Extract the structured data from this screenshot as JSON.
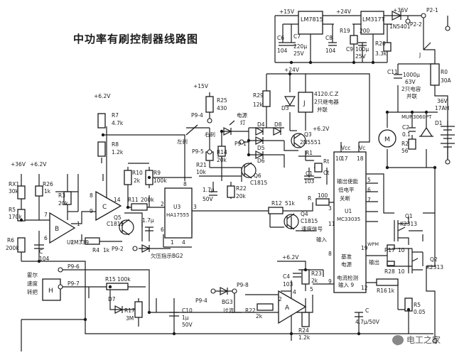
{
  "title": "中功率有刷控制器线路图",
  "watermark": "电工之家",
  "components": {
    "lm7815": "LM7815",
    "lm317t": "LM317T",
    "v15_top": "+15V",
    "v24_top": "+24V",
    "v36_top": "+36V",
    "p2_1": "P2-1",
    "p2_2": "P2-2",
    "d_1n5401": "1N5401",
    "c6": "C6",
    "c6v": "104",
    "c7": "C7",
    "c7v1": "220μ",
    "c7v2": "25V",
    "c8": "C8",
    "c8v": "104",
    "r19": "R19",
    "r19v": "200",
    "c9": "C9",
    "c9v1": "100μ",
    "c9v2": "25V",
    "r20": "R20",
    "r20v": "3.3k",
    "j_label": "J",
    "c11": "C11",
    "c11v1": "1000μ",
    "c11v2": "63V",
    "c11v3": "2只电容",
    "c11v4": "并联",
    "r0": "R0",
    "r0v": "30A",
    "v36_17ah_a": "36V",
    "v36_17ah_b": "17AH",
    "mur": "MUR3060PT",
    "c2": "C2",
    "c2v": "0.1",
    "d1": "D1",
    "r2": "R2",
    "r2v": "56",
    "motor_m": "M",
    "q1": "Q1",
    "q1v": "K2313",
    "q2": "Q2",
    "q2v": "K2313",
    "v24_mid": "+24V",
    "r29": "R29",
    "r29v": "12k",
    "relay_d3": "D3",
    "relay_j": "J",
    "relay_txt1": "4120.C.Z",
    "relay_txt2": "2只继电器",
    "relay_txt3": "并联",
    "v15_mid": "+15V",
    "r25": "R25",
    "r25v": "430",
    "p9_4a": "P9-4",
    "p9_5": "P9-5",
    "p9_1": "P9-1",
    "left_turn": "左刹",
    "right_turn": "右刹",
    "power_lamp1": "电源",
    "power_lamp2": "灯",
    "r14": "R14",
    "r14v": "20k",
    "r21": "R21",
    "r21v": "10k",
    "c3v1": "1.7μ",
    "c3v2": "50V",
    "r22": "R22",
    "r22v": "20k",
    "d4": "D4",
    "d5": "D5",
    "d6": "D6",
    "d8": "D8",
    "q3": "Q3",
    "q3v": "2N5551",
    "q6": "Q6",
    "q6v": "C1815",
    "v62_mid": "+6.2V",
    "r1": "R1",
    "c1": "C1",
    "c1v": "103",
    "rt": "Rt",
    "ct": "Ct",
    "u1_out1": "输出使能",
    "u1_out2": "低电平",
    "u1_out3": "关断",
    "u1": "U1",
    "u1v": "MC33035",
    "vcc": "Vcc",
    "vc": "Vc",
    "pin10": "10",
    "pin17": "17",
    "pin18": "18",
    "pin5": "5",
    "pin6": "6",
    "pin7": "7",
    "pin3": "3",
    "pin11": "11",
    "pin8": "8",
    "pin9": "9",
    "pin19": "19",
    "pin12": "12",
    "r12": "R12",
    "r12v": "51k",
    "r_a": "R",
    "r_av": "100",
    "q4": "Q4",
    "q4v": "C1815",
    "speed_sig": "速度信号",
    "input_lbl": "输入",
    "v62_left": "+6.2V",
    "r7": "R7",
    "r7v": "4.7k",
    "r8": "R8",
    "r8v": "1.2k",
    "v36_left": "+36V",
    "v62_left2": "+6.2V",
    "rx1": "RX1",
    "rx1v": "30k",
    "r26": "R26",
    "r26v": "1k",
    "r3": "R3",
    "r3v": "20k",
    "r5": "R5",
    "r5v": "170k",
    "r6": "R6",
    "r6v": "200k",
    "c_left": "C",
    "c_leftv": "104",
    "u2": "U2",
    "u2v": "LM339",
    "op_b": "B",
    "op_c": "C",
    "r4": "R4",
    "r4v": "1k",
    "r10": "R10",
    "r10v": "2k",
    "r9": "R9",
    "r9v": "100k",
    "r11": "R11",
    "r11v": "200k",
    "q5": "Q5",
    "q5v": "C1815",
    "u3": "U3",
    "u3v": "HA17555",
    "c17": "1.7μ",
    "p9_2": "P9-2",
    "undervolt": "欠压指示BG2",
    "pin_u3_8": "8",
    "pin_u3_2": "2",
    "pin_u3_3": "3",
    "pin_u3_6": "6",
    "pin_u3_1": "1",
    "pin_u3_4": "4",
    "pin_op_8": "8",
    "pin_op_9": "9",
    "pin_op_14": "14",
    "pin_op_1": "1",
    "pin_op_7": "7",
    "pin_op_6": "6",
    "pin_op_5": "5",
    "p9_6": "P9-6",
    "p9_7": "P9-7",
    "hall1": "霍尔",
    "hall2": "速度",
    "hall3": "转把",
    "hall_h": "H",
    "r15": "R15",
    "r15v": "100k",
    "d7": "D7",
    "r17": "R17",
    "r17v": "3M",
    "c10": "C10",
    "c10v1": "1μ",
    "c10v2": "50V",
    "p9_4b": "P9-4",
    "bg3": "BG3",
    "overcurrent": "过流",
    "p9_8": "P9-8",
    "r22b": "R22",
    "r22bv": "2k",
    "op_a": "A",
    "pin_a2": "2",
    "pin_a4": "4",
    "pin_a5": "5",
    "v62_lower": "+6.2V",
    "c4": "C4",
    "c4v": "103",
    "r23": "R23",
    "r23v": "2k",
    "r24": "R24",
    "r24v": "1.2k",
    "ref1": "基准",
    "ref2": "电源",
    "cur1": "电流检测",
    "cur2": "输入 9",
    "wpm": "WPM",
    "out_lbl": "输出",
    "r17b": "R17",
    "r17bv": "10",
    "r28": "R28",
    "r28v": "10",
    "r16": "R16",
    "r16v": "1k",
    "c_low": "C",
    "c_lowv": "4.7μ/50V",
    "r5b": "R5",
    "r5bv": "0.05"
  }
}
